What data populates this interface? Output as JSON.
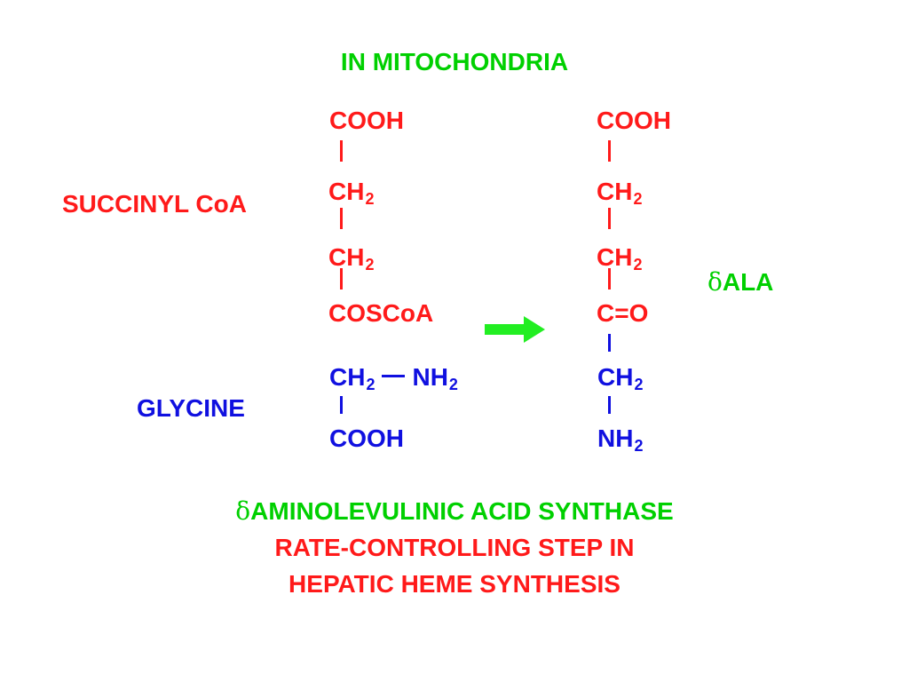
{
  "header": {
    "title": "IN MITOCHONDRIA"
  },
  "labels": {
    "succinyl_coa": "SUCCINYL CoA",
    "glycine": "GLYCINE",
    "ala_delta": "δ",
    "ala_text": "ALA"
  },
  "succinyl_coa_structure": {
    "cooh": "COOH",
    "ch2_a": "CH",
    "ch2_a_sub": "2",
    "ch2_b": "CH",
    "ch2_b_sub": "2",
    "coscoa": "COSCoA"
  },
  "glycine_structure": {
    "ch2": "CH",
    "ch2_sub": "2",
    "nh2": "NH",
    "nh2_sub": "2",
    "cooh": "COOH"
  },
  "ala_structure": {
    "cooh": "COOH",
    "ch2_a": "CH",
    "ch2_a_sub": "2",
    "ch2_b": "CH",
    "ch2_b_sub": "2",
    "co": "C=O",
    "ch2_c": "CH",
    "ch2_c_sub": "2",
    "nh2": "NH",
    "nh2_sub": "2"
  },
  "footer": {
    "enzyme_delta": "δ",
    "enzyme_text": "AMINOLEVULINIC ACID SYNTHASE",
    "line2": "RATE-CONTROLLING STEP IN",
    "line3": "HEPATIC HEME SYNTHESIS"
  },
  "colors": {
    "red": "#ff1a1a",
    "green": "#00d000",
    "blue": "#1010e0",
    "arrow": "#22ee22"
  },
  "icons": {
    "reaction_arrow": "right-arrow-icon"
  }
}
